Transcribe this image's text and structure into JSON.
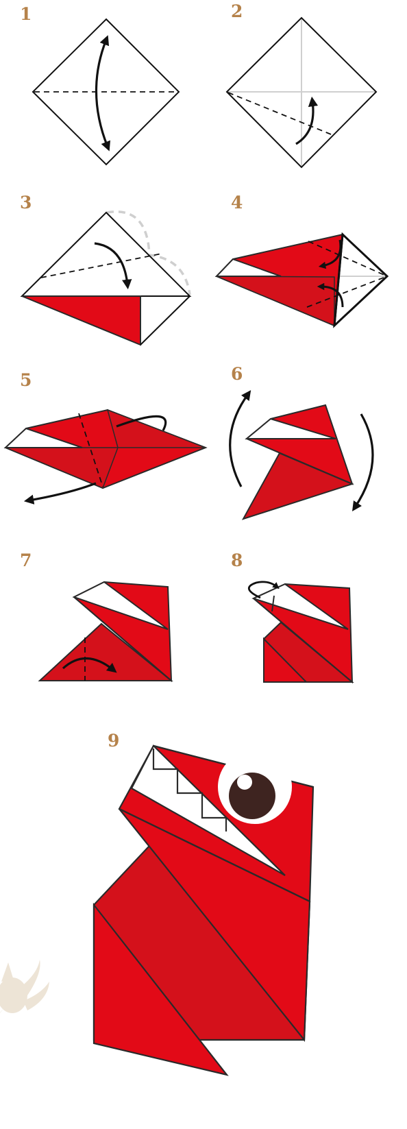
{
  "colors": {
    "paper_red": "#E20A17",
    "paper_red_dark": "#D4111B",
    "outline": "#2A2A2A",
    "step_number": "#B5824A",
    "guide_grey": "#CFCFCF",
    "eye_brown": "#3E2420",
    "footprint_beige": "#EDE4D6"
  },
  "steps": [
    {
      "number": "1",
      "action": "fold-and-unfold-diagonal"
    },
    {
      "number": "2",
      "action": "fold-lower-edge-to-centre"
    },
    {
      "number": "3",
      "action": "fold-upper-edge-to-centre"
    },
    {
      "number": "4",
      "action": "inside-reverse-fold-tip"
    },
    {
      "number": "5",
      "action": "fold-model-in-half"
    },
    {
      "number": "6",
      "action": "rotate-model"
    },
    {
      "number": "7",
      "action": "fold-along-dashed-line"
    },
    {
      "number": "8",
      "action": "reverse-fold-head-tip"
    },
    {
      "number": "9",
      "action": "finished-dinosaur"
    }
  ],
  "icons": {
    "fold_arrow": "curved-arrow-icon",
    "eye": "dinosaur-eye-icon",
    "footprint": "footprint-icon"
  }
}
